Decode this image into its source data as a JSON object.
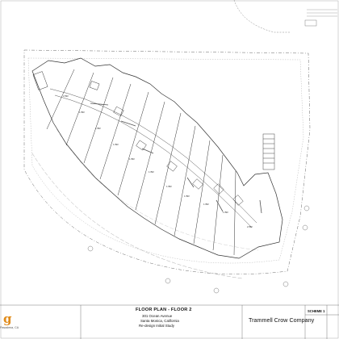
{
  "title_block": {
    "drawing_title": "FLOOR PLAN - FLOOR 2",
    "address_line_1": "301 Ocean Avenue",
    "address_line_2": "Santa Monica, California",
    "address_line_3": "Re-design Initial Study",
    "client": "Trammell Crow Company",
    "scheme": "SCHEME 1",
    "architect_location": "Pasadena, CA",
    "logo_glyph": "g"
  },
  "colors": {
    "line": "#333333",
    "dash": "#777777",
    "accent": "#e08b1b",
    "background": "#ffffff"
  },
  "units": [
    {
      "label": "2 BR"
    },
    {
      "label": "1 BR"
    },
    {
      "label": "1 BR"
    },
    {
      "label": "1 BR"
    },
    {
      "label": "1 BR"
    },
    {
      "label": "1 BR"
    },
    {
      "label": "1 BR"
    },
    {
      "label": "1 BR"
    },
    {
      "label": "1 BR"
    },
    {
      "label": "1 BR"
    },
    {
      "label": "2 BR"
    }
  ]
}
